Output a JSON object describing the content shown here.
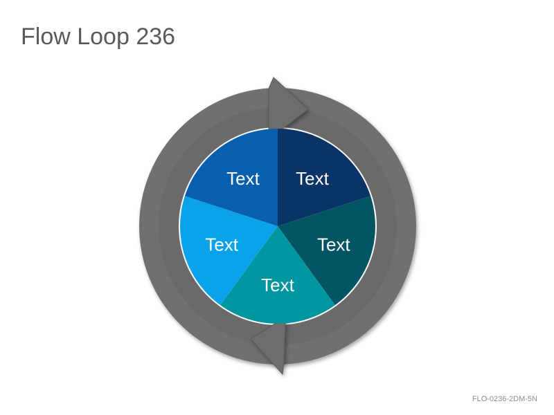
{
  "title": "Flow Loop 236",
  "footer_code": "FLO-0236-2DM-5N",
  "segments": [
    {
      "label": "Text",
      "color": "#0a3366"
    },
    {
      "label": "Text",
      "color": "#045563"
    },
    {
      "label": "Text",
      "color": "#0096a0"
    },
    {
      "label": "Text",
      "color": "#0aa3ea"
    },
    {
      "label": "Text",
      "color": "#075fae"
    }
  ],
  "ring_color": "#707070",
  "arrow_color": "#6a6a6a"
}
